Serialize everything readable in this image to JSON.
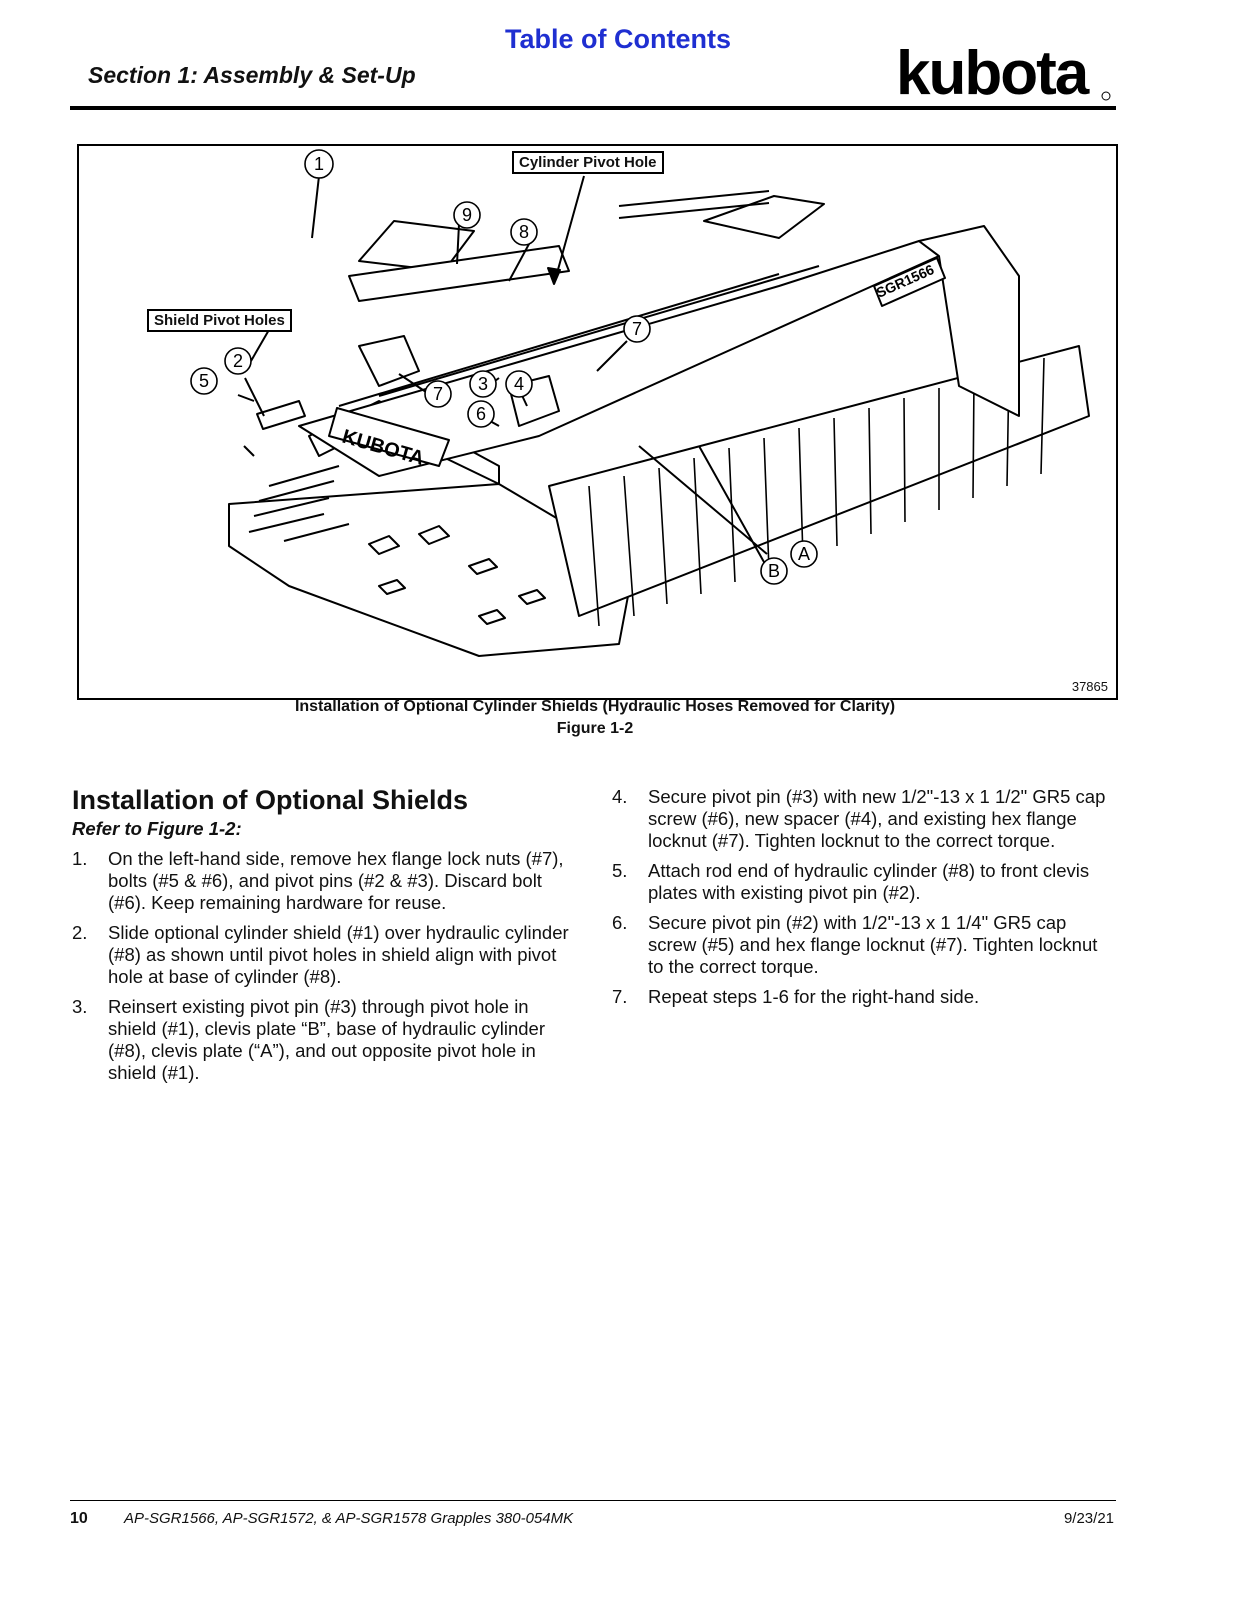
{
  "header": {
    "toc_link": "Table of Contents",
    "section_title": "Section 1: Assembly & Set-Up",
    "logo_text": "kubota"
  },
  "figure": {
    "callouts": {
      "cylinder_pivot_hole": "Cylinder Pivot Hole",
      "shield_pivot_holes": "Shield Pivot Holes"
    },
    "balloons": [
      "1",
      "9",
      "8",
      "7",
      "2",
      "5",
      "7",
      "3",
      "4",
      "6",
      "A",
      "B"
    ],
    "decal_bucket": "KUBOTA",
    "decal_model": "SGR1566",
    "figure_id": "37865",
    "caption": "Installation of Optional Cylinder Shields (Hydraulic Hoses Removed for Clarity)",
    "label": "Figure 1-2"
  },
  "content": {
    "heading": "Installation of Optional Shields",
    "refer": "Refer to Figure 1-2:",
    "steps": [
      {
        "n": "1.",
        "text": "On the left-hand side, remove hex flange lock nuts (#7), bolts (#5 & #6), and pivot pins (#2 & #3). Discard bolt (#6). Keep remaining hardware for reuse."
      },
      {
        "n": "2.",
        "text": "Slide optional cylinder shield (#1) over hydraulic cylinder (#8) as shown until pivot holes in shield align with pivot hole at base of cylinder (#8)."
      },
      {
        "n": "3.",
        "text": "Reinsert existing pivot pin (#3) through pivot hole in shield (#1), clevis plate “B”, base of hydraulic cylinder (#8), clevis plate (“A”), and out opposite pivot hole in shield (#1)."
      },
      {
        "n": "4.",
        "text": "Secure pivot pin (#3) with new 1/2\"-13 x 1 1/2\" GR5 cap screw (#6), new spacer (#4), and existing hex flange locknut (#7). Tighten locknut to the correct torque."
      },
      {
        "n": "5.",
        "text": "Attach rod end of hydraulic cylinder (#8) to front clevis plates with existing pivot pin (#2)."
      },
      {
        "n": "6.",
        "text": "Secure pivot pin (#2) with 1/2\"-13 x 1 1/4\" GR5 cap screw (#5) and hex flange locknut (#7). Tighten locknut to the correct torque."
      },
      {
        "n": "7.",
        "text": "Repeat steps 1-6 for the right-hand side."
      }
    ]
  },
  "footer": {
    "page_number": "10",
    "doc_title": "AP-SGR1566, AP-SGR1572, & AP-SGR1578 Grapples 380-054MK",
    "date": "9/23/21"
  }
}
